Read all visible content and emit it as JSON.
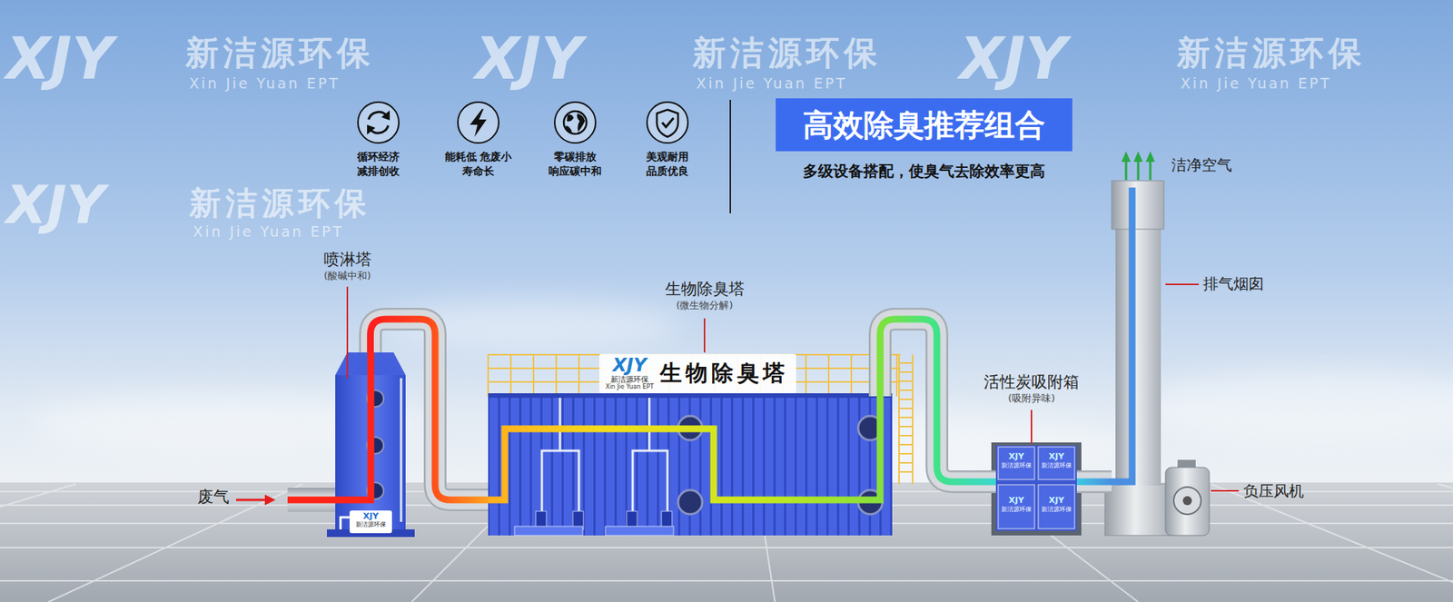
{
  "diagram": {
    "title": "高效除臭推荐组合",
    "nodes": [
      {
        "text": [
          "喷淋塔",
          "(酸碱中和)"
        ]
      },
      {
        "text": [
          "生物除臭塔",
          "(微生物分解)",
          "生物除臭塔"
        ]
      },
      {
        "text": [
          "活性炭吸附箱",
          "(吸附异味)"
        ]
      },
      {
        "text": [
          "排气烟囱"
        ]
      },
      {
        "text": [
          "负压风机"
        ]
      }
    ],
    "edges": [
      {
        "from": 0,
        "to": 1,
        "arrow": "none"
      },
      {
        "from": 1,
        "to": 2,
        "arrow": "none"
      },
      {
        "from": 2,
        "to": 3,
        "arrow": "none"
      }
    ],
    "labels": [
      "XJY",
      "新洁源环保",
      "Xin Jie Yuan EPT",
      "XJY",
      "新洁源环保",
      "Xin Jie Yuan EPT",
      "XJY",
      "新洁源环保",
      "Xin Jie Yuan EPT",
      "XJY",
      "新洁源环保",
      "Xin Jie Yuan EPT",
      "循环经济 减排创收",
      "能耗低 危废小 寿命长",
      "零碳排放 响应碳中和",
      "美观耐用 品质优良",
      "多级设备搭配，使臭气去除效率更高",
      "废气",
      "洁净空气",
      "XJY",
      "新洁源环保",
      "XJY",
      "新洁源环保",
      "Xin Jie Yuan EPT",
      "XJY",
      "新洁源环保",
      "XJY",
      "新洁源环保",
      "XJY",
      "新洁源环保",
      "XJY",
      "新洁源环保"
    ]
  }
}
